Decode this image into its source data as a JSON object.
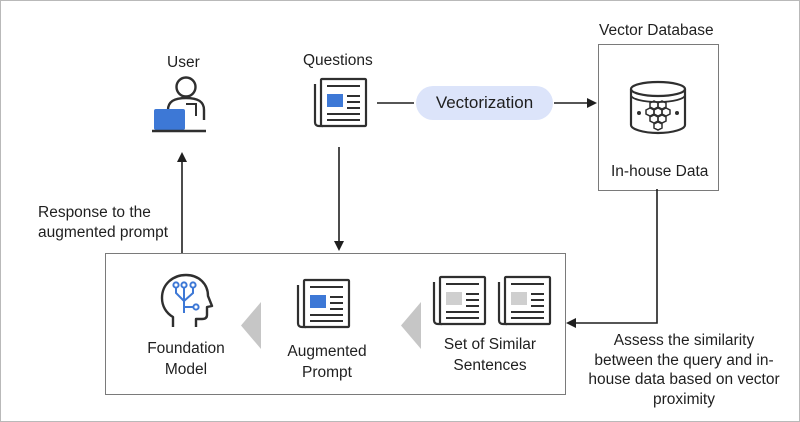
{
  "user": {
    "label": "User"
  },
  "questions": {
    "label": "Questions"
  },
  "vectorization": {
    "label": "Vectorization"
  },
  "vector_db": {
    "title": "Vector Database",
    "label": "In-house Data"
  },
  "response": {
    "line1": "Response to the",
    "line2": "augmented prompt"
  },
  "foundation_model": {
    "line1": "Foundation",
    "line2": "Model"
  },
  "augmented_prompt": {
    "line1": "Augmented",
    "line2": "Prompt"
  },
  "similar_sentences": {
    "line1": "Set of Similar",
    "line2": "Sentences"
  },
  "assess": {
    "line1": "Assess the similarity",
    "line2": "between the query and in-",
    "line3": "house data based on vector",
    "line4": "proximity"
  },
  "colors": {
    "accent_blue": "#3d78d6",
    "icon_dark": "#2f2f2f",
    "pill_bg": "#dce4fa",
    "chevron_gray": "#c6c6c6",
    "border": "#7a7a7a"
  }
}
